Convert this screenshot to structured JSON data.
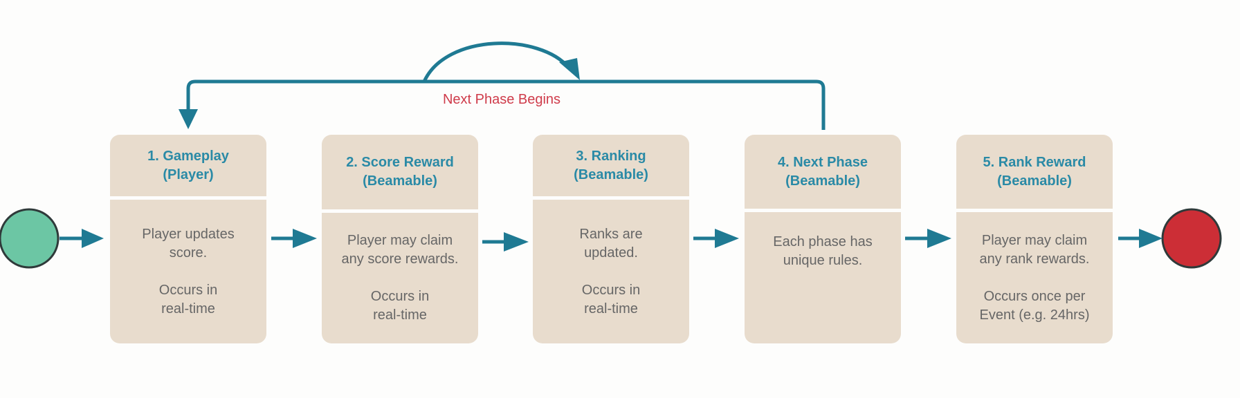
{
  "colors": {
    "box_fill": "#e8dccd",
    "title_text": "#2a8aa6",
    "body_text": "#666666",
    "arrow": "#1f7a93",
    "start_node": "#6cc6a4",
    "end_node": "#cc2e36",
    "loop_label": "#cf3b4a"
  },
  "loop_label": "Next Phase Begins",
  "steps": [
    {
      "title1": "1. Gameplay",
      "title2": "(Player)",
      "body1": "Player updates",
      "body2": "score.",
      "body3": "Occurs in",
      "body4": "real-time"
    },
    {
      "title1": "2. Score Reward",
      "title2": "(Beamable)",
      "body1": "Player may claim",
      "body2": "any score rewards.",
      "body3": "Occurs in",
      "body4": "real-time"
    },
    {
      "title1": "3. Ranking",
      "title2": "(Beamable)",
      "body1": "Ranks are",
      "body2": "updated.",
      "body3": "Occurs in",
      "body4": "real-time"
    },
    {
      "title1": "4. Next Phase",
      "title2": "(Beamable)",
      "body1": "Each phase has",
      "body2": "unique rules.",
      "body3": "",
      "body4": ""
    },
    {
      "title1": "5. Rank Reward",
      "title2": "(Beamable)",
      "body1": "Player may claim",
      "body2": "any rank rewards.",
      "body3": "Occurs once per",
      "body4": "Event (e.g. 24hrs)"
    }
  ]
}
